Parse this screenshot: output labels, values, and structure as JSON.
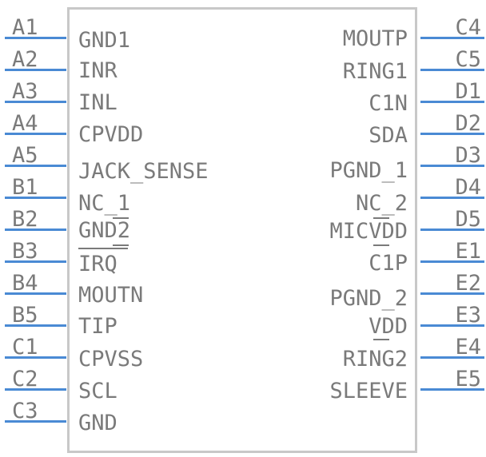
{
  "left_pins": [
    {
      "num": "A1",
      "label": "GND1"
    },
    {
      "num": "A2",
      "label": "INR"
    },
    {
      "num": "A3",
      "label": "INL"
    },
    {
      "num": "A4",
      "label": "CPVDD"
    },
    {
      "num": "A5",
      "label": "JACK_SENSE"
    },
    {
      "num": "B1",
      "label": "NC_1"
    },
    {
      "num": "B2",
      "label": "GND2"
    },
    {
      "num": "B3",
      "label": "IRQ"
    },
    {
      "num": "B4",
      "label": "MOUTN"
    },
    {
      "num": "B5",
      "label": "TIP"
    },
    {
      "num": "C1",
      "label": "CPVSS"
    },
    {
      "num": "C2",
      "label": "SCL"
    },
    {
      "num": "C3",
      "label": "GND"
    }
  ],
  "right_pins": [
    {
      "num": "C4",
      "label": "MOUTP"
    },
    {
      "num": "C5",
      "label": "RING1"
    },
    {
      "num": "D1",
      "label": "C1N"
    },
    {
      "num": "D2",
      "label": "SDA"
    },
    {
      "num": "D3",
      "label": "PGND_1"
    },
    {
      "num": "D4",
      "label": "NC_2"
    },
    {
      "num": "D5",
      "label": "MICVDD"
    },
    {
      "num": "E1",
      "label": "C1P"
    },
    {
      "num": "E2",
      "label": "PGND_2"
    },
    {
      "num": "E3",
      "label": "VDD"
    },
    {
      "num": "E4",
      "label": "RING2"
    },
    {
      "num": "E5",
      "label": "SLEEVE"
    }
  ],
  "colors": {
    "pin_line": "#4a8ad4",
    "text": "#7a7a7a",
    "outline": "#c8c8c8"
  }
}
